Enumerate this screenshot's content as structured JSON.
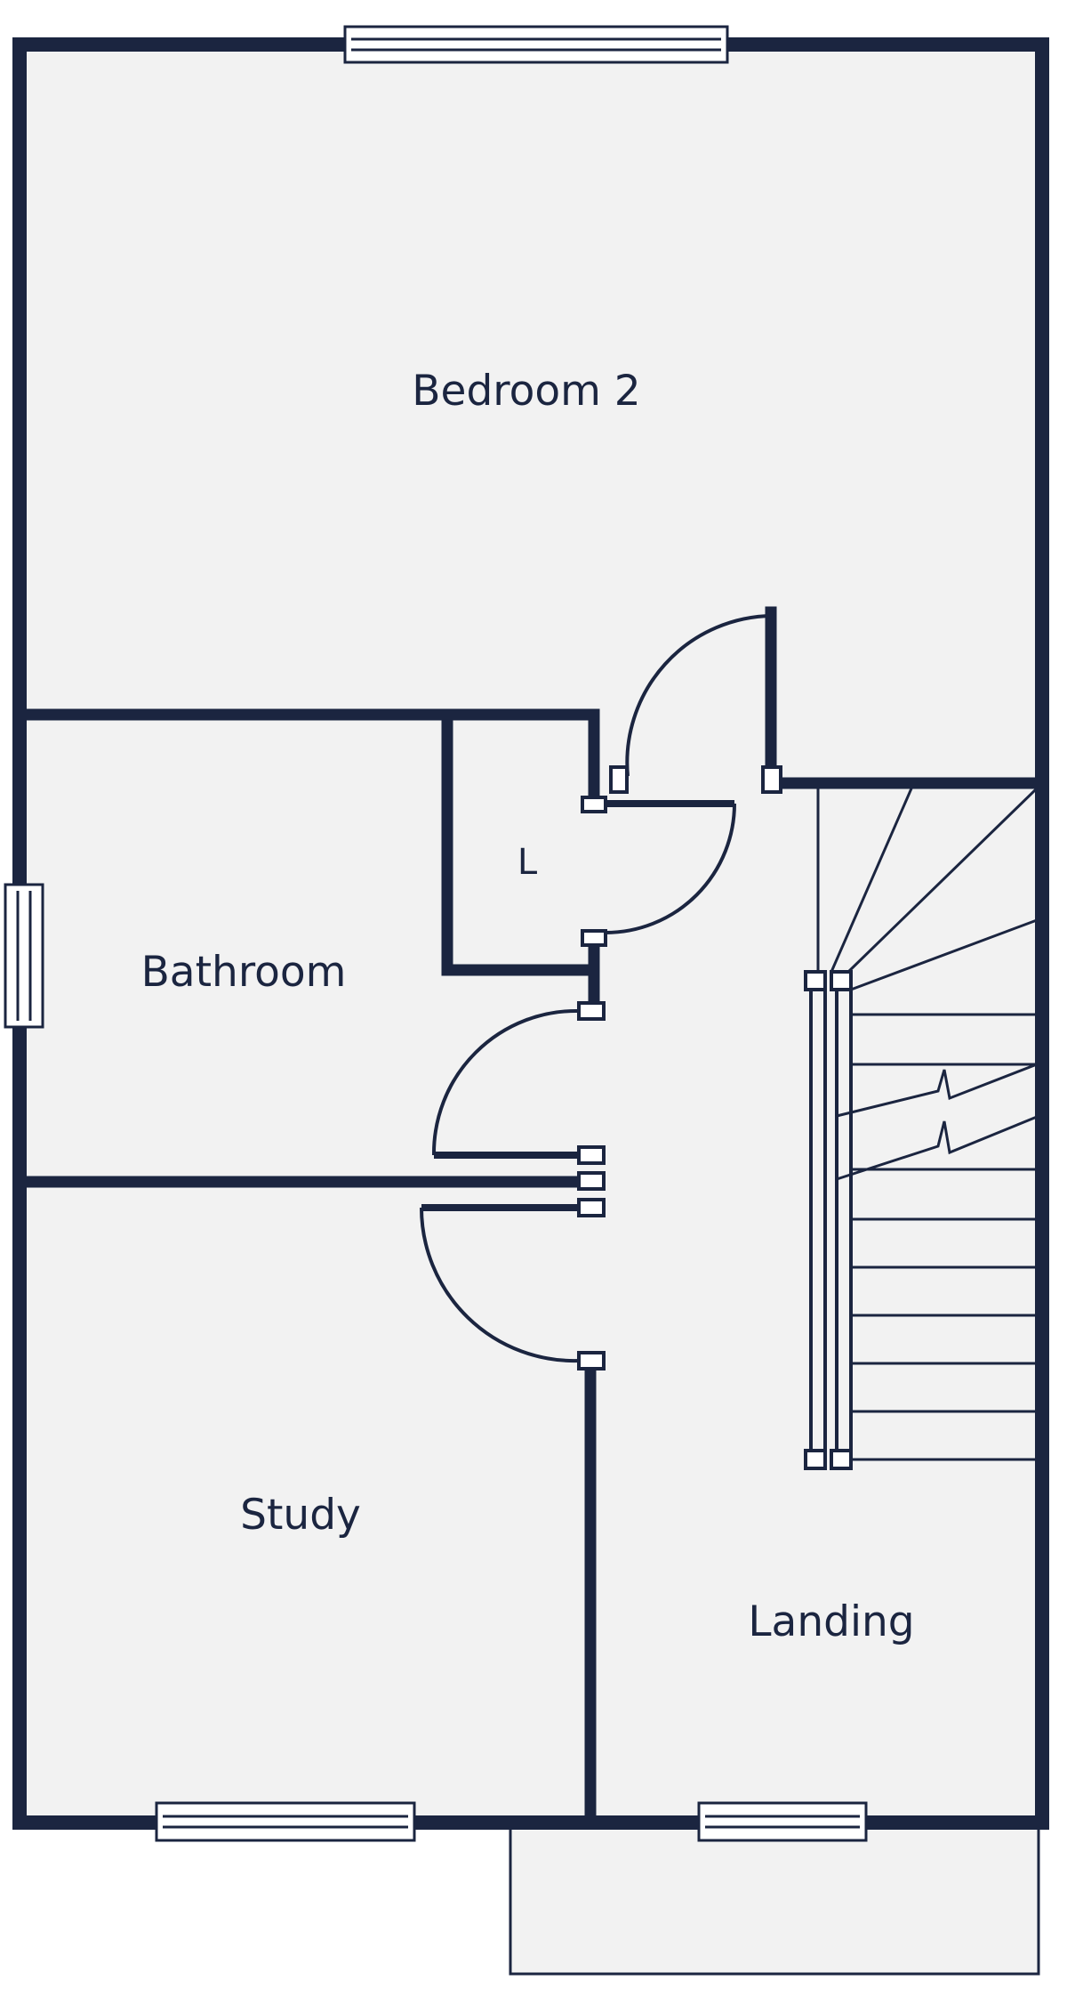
{
  "floor_plan": {
    "rooms": {
      "bedroom_2": "Bedroom 2",
      "bathroom": "Bathroom",
      "study": "Study",
      "landing": "Landing",
      "linen_cupboard": "L"
    },
    "colors": {
      "wall": "#1b2540",
      "floor": "#f2f2f2",
      "background": "#ffffff"
    }
  }
}
